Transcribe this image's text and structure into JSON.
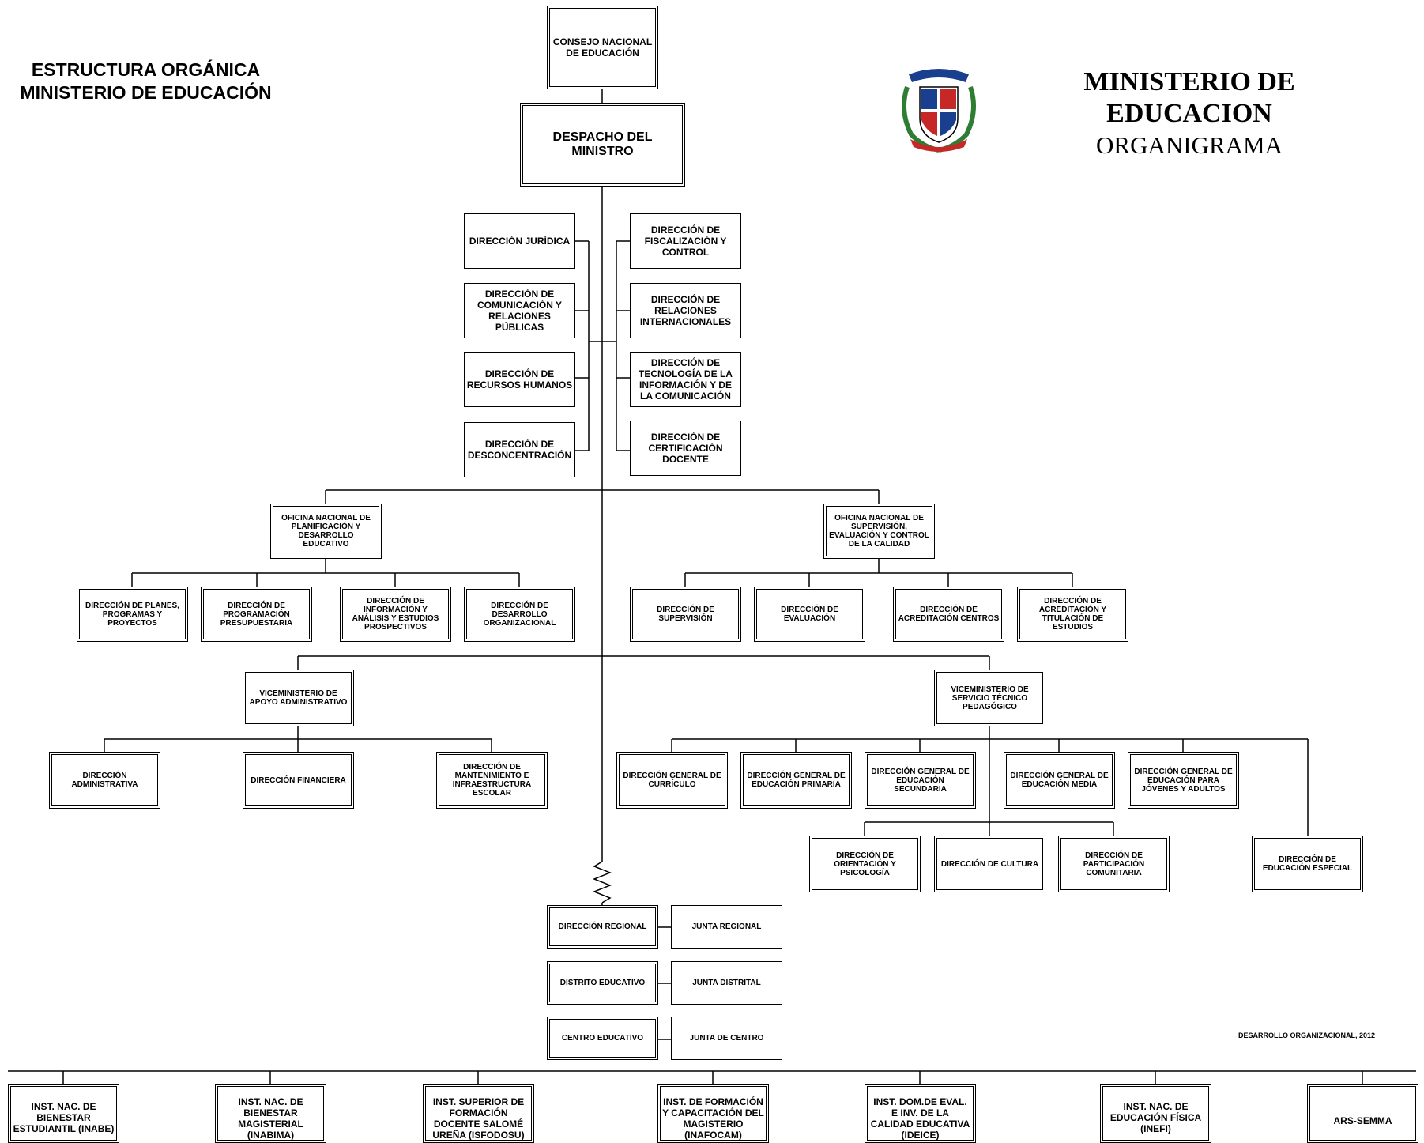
{
  "header": {
    "left_title_line1": "ESTRUCTURA ORGÁNICA",
    "left_title_line2": "MINISTERIO DE EDUCACIÓN",
    "right_title_line1": "MINISTERIO DE EDUCACION",
    "right_title_line2": "ORGANIGRAMA",
    "seal_icon": "coat-of-arms-icon"
  },
  "footnote": "DESARROLLO ORGANIZACIONAL, 2012",
  "units": {
    "consejo": "CONSEJO NACIONAL DE EDUCACIÓN",
    "despacho": "DESPACHO DEL MINISTRO",
    "juridica": "DIRECCIÓN JURÍDICA",
    "comunicacion": "DIRECCIÓN DE COMUNICACIÓN Y RELACIONES PÚBLICAS",
    "rrhh": "DIRECCIÓN DE RECURSOS HUMANOS",
    "desconcentracion": "DIRECCIÓN DE DESCONCENTRACIÓN",
    "fiscalizacion": "DIRECCIÓN DE FISCALIZACIÓN Y CONTROL",
    "rel_internacionales": "DIRECCIÓN DE RELACIONES INTERNACIONALES",
    "tic": "DIRECCIÓN DE TECNOLOGÍA DE LA INFORMACIÓN Y DE LA COMUNICACIÓN",
    "certificacion": "DIRECCIÓN DE CERTIFICACIÓN DOCENTE",
    "of_planificacion": "OFICINA NACIONAL DE PLANIFICACIÓN Y DESARROLLO EDUCATIVO",
    "of_supervision": "OFICINA NACIONAL DE SUPERVISIÓN, EVALUACIÓN Y CONTROL DE LA CALIDAD",
    "planes": "DIRECCIÓN DE PLANES, PROGRAMAS Y PROYECTOS",
    "programacion": "DIRECCIÓN DE PROGRAMACIÓN PRESUPUESTARIA",
    "informacion": "DIRECCIÓN DE INFORMACIÓN Y ANÁLISIS Y ESTUDIOS PROSPECTIVOS",
    "desarrollo_org": "DIRECCIÓN DE DESARROLLO ORGANIZACIONAL",
    "supervision": "DIRECCIÓN DE SUPERVISIÓN",
    "evaluacion": "DIRECCIÓN DE EVALUACIÓN",
    "acreditacion_centros": "DIRECCIÓN DE ACREDITACIÓN CENTROS",
    "acreditacion_titulacion": "DIRECCIÓN DE ACREDITACIÓN Y TITULACIÓN DE ESTUDIOS",
    "vice_admin": "VICEMINISTERIO DE APOYO ADMINISTRATIVO",
    "vice_tecnico": "VICEMINISTERIO DE SERVICIO TÉCNICO PEDAGÓGICO",
    "dir_administrativa": "DIRECCIÓN ADMINISTRATIVA",
    "dir_financiera": "DIRECCIÓN FINANCIERA",
    "mantenimiento": "DIRECCIÓN DE MANTENIMIENTO E INFRAESTRUCTURA ESCOLAR",
    "curriculo": "DIRECCIÓN GENERAL DE CURRÍCULO",
    "primaria": "DIRECCIÓN GENERAL DE EDUCACIÓN PRIMARIA",
    "secundaria": "DIRECCIÓN GENERAL DE EDUCACIÓN SECUNDARIA",
    "media": "DIRECCIÓN GENERAL DE EDUCACIÓN MEDIA",
    "jovenes_adultos": "DIRECCIÓN GENERAL DE EDUCACIÓN PARA JÓVENES Y ADULTOS",
    "orientacion": "DIRECCIÓN DE ORIENTACIÓN Y PSICOLOGÍA",
    "cultura": "DIRECCIÓN DE CULTURA",
    "participacion": "DIRECCIÓN DE PARTICIPACIÓN COMUNITARIA",
    "especial": "DIRECCIÓN DE EDUCACIÓN ESPECIAL",
    "regional": "DIRECCIÓN REGIONAL",
    "distrito": "DISTRITO EDUCATIVO",
    "centro": "CENTRO EDUCATIVO",
    "junta_regional": "JUNTA REGIONAL",
    "junta_distrital": "JUNTA DISTRITAL",
    "junta_centro": "JUNTA DE CENTRO",
    "inabe": "INST. NAC. DE BIENESTAR ESTUDIANTIL (INABE)",
    "inabima": "INST. NAC. DE BIENESTAR MAGISTERIAL (INABIMA)",
    "isfodosu": "INST. SUPERIOR DE FORMACIÓN DOCENTE SALOMÉ UREÑA (ISFODOSU)",
    "inafocam": "INST. DE FORMACIÓN Y CAPACITACIÓN DEL MAGISTERIO (INAFOCAM)",
    "ideice": "INST. DOM.DE EVAL. E INV. DE LA CALIDAD EDUCATIVA (IDEICE)",
    "inefi": "INST. NAC. DE EDUCACIÓN FÍSICA (INEFI)",
    "ars_semma": "ARS-SEMMA"
  }
}
